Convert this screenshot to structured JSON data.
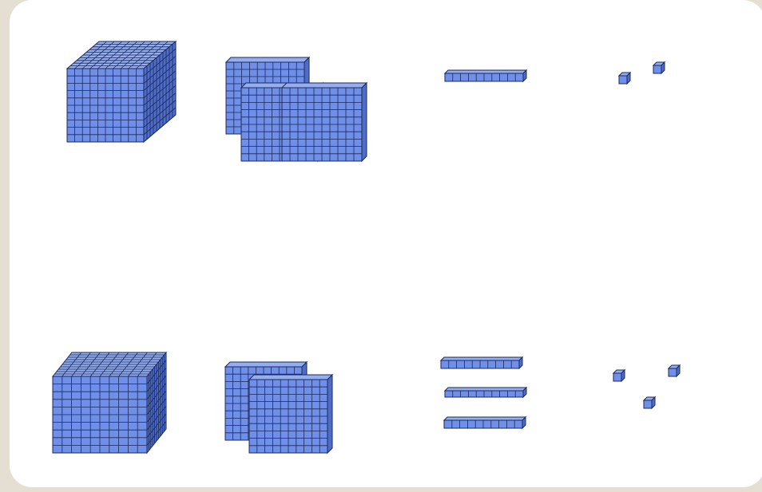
{
  "colors": {
    "background": "#e5ded3",
    "panel": "#ffffff",
    "block_fill": "#6f8fe8",
    "block_top": "#94aef0",
    "block_side": "#4f6dc8",
    "grid_line": "#1b2a58"
  },
  "rows": [
    {
      "name": "top-row",
      "groups": [
        {
          "kind": "thousand-cube",
          "count": 1
        },
        {
          "kind": "hundred-flat",
          "count": 3
        },
        {
          "kind": "ten-rod",
          "count": 1
        },
        {
          "kind": "unit-cube",
          "count": 2
        }
      ]
    },
    {
      "name": "bottom-row",
      "groups": [
        {
          "kind": "thousand-cube",
          "count": 1
        },
        {
          "kind": "hundred-flat",
          "count": 2
        },
        {
          "kind": "ten-rod",
          "count": 3
        },
        {
          "kind": "unit-cube",
          "count": 3
        }
      ]
    }
  ]
}
